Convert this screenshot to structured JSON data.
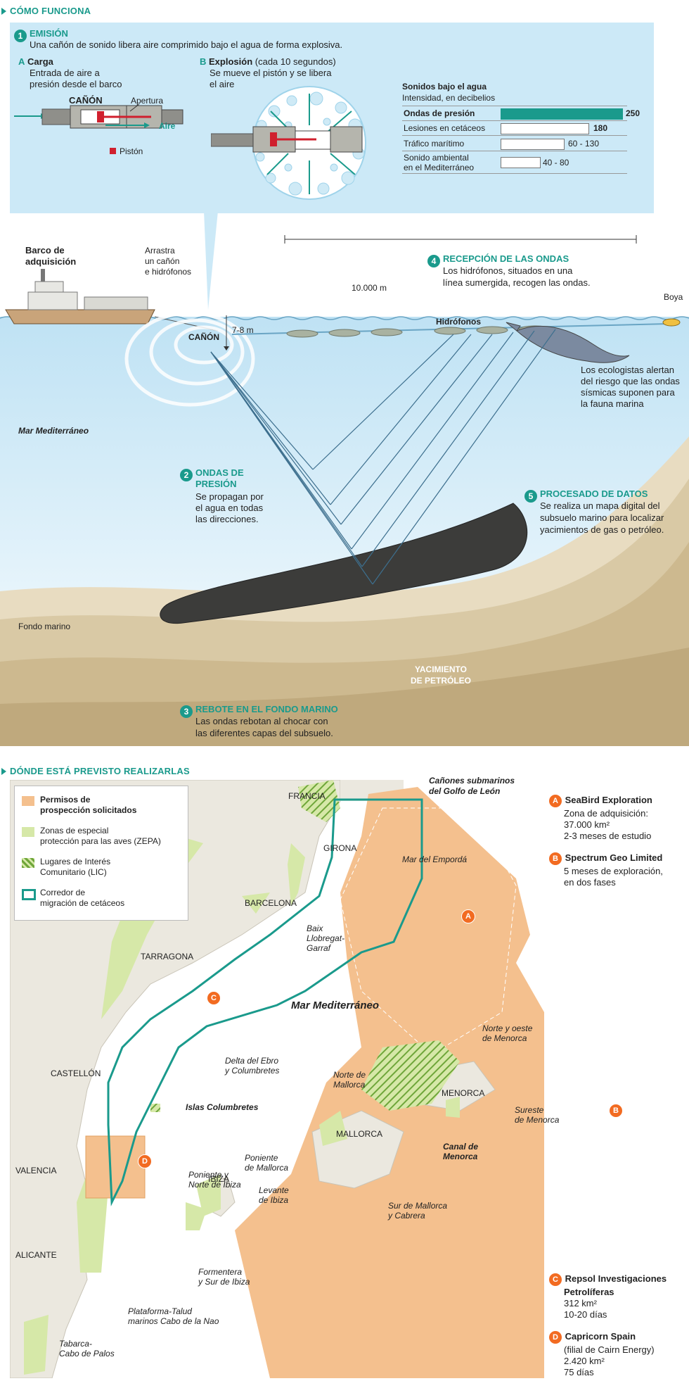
{
  "section1": {
    "title": "CÓMO FUNCIONA",
    "emision": {
      "num": "1",
      "title": "EMISIÓN",
      "text": "Una cañón de sonido libera aire comprimido bajo el agua de forma explosiva."
    },
    "carga": {
      "letter": "A",
      "title": "Carga",
      "line1": "Entrada de aire a",
      "line2": "presión desde el barco",
      "canon_label": "CAÑÓN",
      "apertura": "Apertura",
      "aire": "Aire",
      "piston": "Pistón"
    },
    "explosion": {
      "letter": "B",
      "title": "Explosión",
      "suffix": "(cada 10 segundos)",
      "line1": "Se mueve el pistón y se libera",
      "line2": "el aire"
    },
    "sounds": {
      "title": "Sonidos bajo el agua",
      "subtitle": "Intensidad, en decibelios",
      "rows": [
        {
          "label": "Ondas de presión",
          "value": "250",
          "fraction": 1.0
        },
        {
          "label": "Lesiones en cetáceos",
          "value": "180",
          "fraction": 0.72
        },
        {
          "label": "Tráfico marítimo",
          "value": "60 - 130",
          "fraction": 0.52
        },
        {
          "label1": "Sonido ambiental",
          "label2": "en el Mediterráneo",
          "value": "40 - 80",
          "fraction": 0.32
        }
      ]
    }
  },
  "scene": {
    "barco1": "Barco de",
    "barco2": "adquisición",
    "arrastra1": "Arrastra",
    "arrastra2": "un cañón",
    "arrastra3": "e hidrófonos",
    "canon": "CAÑÓN",
    "depth": "7-8 m",
    "distance": "10.000 m",
    "boya": "Boya",
    "hidrofonos": "Hidrófonos",
    "mar": "Mar Mediterráneo",
    "fondo": "Fondo marino",
    "yacimiento1": "YACIMIENTO",
    "yacimiento2": "DE PETRÓLEO",
    "recepcion": {
      "num": "4",
      "title": "RECEPCIÓN DE LAS ONDAS",
      "line1": "Los hidrófonos, situados en una",
      "line2": "línea sumergida, recogen las ondas."
    },
    "ecologistas": {
      "line1": "Los ecologistas alertan",
      "line2": "del riesgo que las ondas",
      "line3": "sísmicas suponen para",
      "line4": "la fauna marina"
    },
    "ondas": {
      "num": "2",
      "title1": "ONDAS DE",
      "title2": "PRESIÓN",
      "line1": "Se propagan por",
      "line2": "el agua en todas",
      "line3": "las direcciones."
    },
    "procesado": {
      "num": "5",
      "title": "PROCESADO DE DATOS",
      "line1": "Se realiza un mapa digital del",
      "line2": "subsuelo marino para localizar",
      "line3": "yacimientos de gas o petróleo."
    },
    "rebote": {
      "num": "3",
      "title": "REBOTE EN EL FONDO MARINO",
      "line1": "Las ondas rebotan al chocar con",
      "line2": "las diferentes capas del subsuelo."
    }
  },
  "section2": {
    "title": "DÓNDE ESTÁ PREVISTO REALIZARLAS",
    "legend": {
      "l1a": "Permisos de",
      "l1b": "prospección solicitados",
      "l2a": "Zonas de especial",
      "l2b": "protección para las aves (ZEPA)",
      "l3a": "Lugares de Interés",
      "l3b": "Comunitario (LIC)",
      "l4a": "Corredor de",
      "l4b": "migración de cetáceos"
    },
    "places": {
      "francia": "FRANCIA",
      "girona": "GIRONA",
      "barcelona": "BARCELONA",
      "tarragona": "TARRAGONA",
      "castellon": "CASTELLÓN",
      "valencia": "VALENCIA",
      "alicante": "ALICANTE",
      "mallorca": "MALLORCA",
      "menorca": "MENORCA",
      "ibiza": "IBIZA",
      "mar": "Mar Mediterráneo"
    },
    "zones": {
      "canones1": "Cañones submarinos",
      "canones2": "del Golfo de León",
      "emporda": "Mar del Empordá",
      "baix1": "Baix",
      "baix2": "Llobregat-",
      "baix3": "Garraf",
      "delta1": "Delta del Ebro",
      "delta2": "y Columbretes",
      "columbretes": "Islas Columbretes",
      "norteoeste1": "Norte y oeste",
      "norteoeste2": "de Menorca",
      "nortemallorca1": "Norte de",
      "nortemallorca2": "Mallorca",
      "sureste1": "Sureste",
      "sureste2": "de Menorca",
      "canal1": "Canal de",
      "canal2": "Menorca",
      "poniente1": "Poniente",
      "poniente2": "de Mallorca",
      "ponienteibiza1": "Poniente y",
      "ponienteibiza2": "Norte de Ibiza",
      "levante1": "Levante",
      "levante2": "de Ibiza",
      "sur1": "Sur de Mallorca",
      "sur2": "y Cabrera",
      "formentera1": "Formentera",
      "formentera2": "y Sur de Ibiza",
      "plataforma1": "Plataforma-Talud",
      "plataforma2": "marinos Cabo de la Nao",
      "tabarca1": "Tabarca-",
      "tabarca2": "Cabo de Palos"
    },
    "companies": {
      "a": {
        "letter": "A",
        "name": "SeaBird Exploration",
        "l1": "Zona de adquisición:",
        "l2": "37.000 km²",
        "l3": "2-3 meses de estudio"
      },
      "b": {
        "letter": "B",
        "name": "Spectrum Geo Limited",
        "l1": "5 meses de exploración,",
        "l2": "en dos fases"
      },
      "c": {
        "letter": "C",
        "name1": "Repsol Investigaciones",
        "name2": "Petrolíferas",
        "l1": "312 km²",
        "l2": "10-20 días"
      },
      "d": {
        "letter": "D",
        "name": "Capricorn Spain",
        "l1": "(filial de Cairn Energy)",
        "l2": "2.420 km²",
        "l3": "75 días"
      }
    }
  },
  "colors": {
    "teal": "#1a9a8c",
    "orange": "#f4c08e",
    "zepa": "#d6e8a8",
    "lic": "#6fa63a",
    "marker": "#f26b21",
    "water": "#cce9f7"
  }
}
